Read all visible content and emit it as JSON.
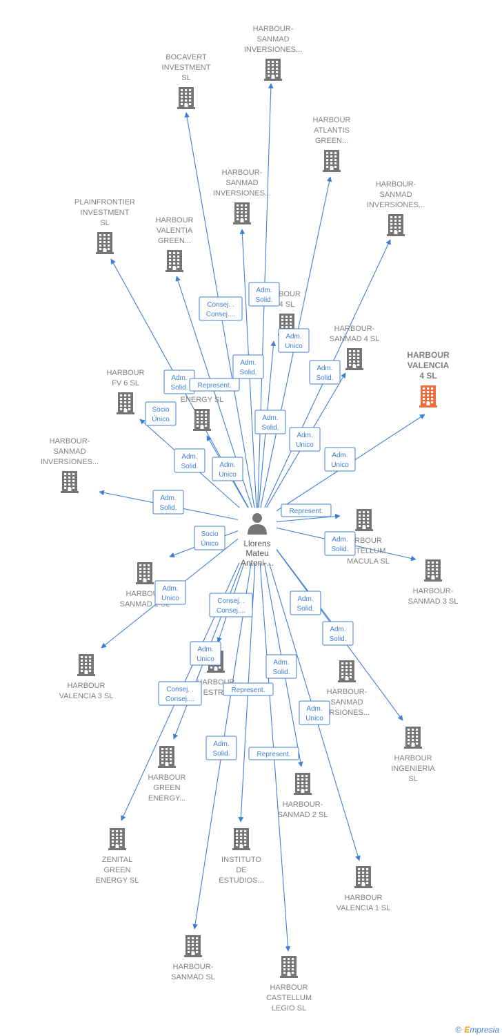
{
  "center": {
    "name_lines": [
      "Llorens",
      "Mateu",
      "Antoni-..."
    ]
  },
  "companies": [
    {
      "id": "harbour-sanmad-top",
      "lines": [
        "HARBOUR-",
        "SANMAD",
        "INVERSIONES..."
      ],
      "highlight": false
    },
    {
      "id": "bocavert",
      "lines": [
        "BOCAVERT",
        "INVESTMENT",
        "SL"
      ],
      "highlight": false
    },
    {
      "id": "harbour-atlantis",
      "lines": [
        "HARBOUR",
        "ATLANTIS",
        "GREEN..."
      ],
      "highlight": false
    },
    {
      "id": "harbour-sanmad-mid",
      "lines": [
        "HARBOUR-",
        "SANMAD",
        "INVERSIONES..."
      ],
      "highlight": false
    },
    {
      "id": "harbour-sanmad-right",
      "lines": [
        "HARBOUR-",
        "SANMAD",
        "INVERSIONES..."
      ],
      "highlight": false
    },
    {
      "id": "plainfrontier",
      "lines": [
        "PLAINFRONTIER",
        "INVESTMENT",
        "SL"
      ],
      "highlight": false
    },
    {
      "id": "harbour-valentia",
      "lines": [
        "HARBOUR",
        "VALENTIA",
        "GREEN..."
      ],
      "highlight": false
    },
    {
      "id": "harbour-4-sl",
      "lines": [
        "RBOUR",
        "4  SL"
      ],
      "highlight": false
    },
    {
      "id": "harbour-sanmad-4",
      "lines": [
        "HARBOUR-",
        "SANMAD 4  SL"
      ],
      "highlight": false
    },
    {
      "id": "harbour-valencia-4",
      "lines": [
        "HARBOUR",
        "VALENCIA",
        "4  SL"
      ],
      "highlight": true
    },
    {
      "id": "harbour-fv6",
      "lines": [
        "HARBOUR",
        "FV 6  SL"
      ],
      "highlight": false
    },
    {
      "id": "energy-sl",
      "lines": [
        "ENERGY  SL"
      ],
      "highlight": false
    },
    {
      "id": "harbour-sanmad-left",
      "lines": [
        "HARBOUR-",
        "SANMAD",
        "INVERSIONES..."
      ],
      "highlight": false
    },
    {
      "id": "harbour-castellum-macula",
      "lines": [
        "RBOUR",
        "STELLUM",
        "MACULA  SL"
      ],
      "highlight": false
    },
    {
      "id": "harbour-sanmad-3",
      "lines": [
        "HARBOUR-",
        "SANMAD 3  SL"
      ],
      "highlight": false
    },
    {
      "id": "harbour-sanmad-1",
      "lines": [
        "HARBOUR",
        "SANMAD 1  SL"
      ],
      "highlight": false
    },
    {
      "id": "harbour-valencia-3",
      "lines": [
        "HARBOUR",
        "VALENCIA 3  SL"
      ],
      "highlight": false
    },
    {
      "id": "harbour-estra",
      "lines": [
        "HARBOUR",
        "ESTRA"
      ],
      "highlight": false
    },
    {
      "id": "harbour-sanmad-inv-low",
      "lines": [
        "HARBOUR-",
        "SANMAD",
        "ERSIONES..."
      ],
      "highlight": false
    },
    {
      "id": "harbour-ingenieria",
      "lines": [
        "HARBOUR",
        "INGENIERIA",
        "SL"
      ],
      "highlight": false
    },
    {
      "id": "harbour-green-energy",
      "lines": [
        "HARBOUR",
        "GREEN",
        "ENERGY..."
      ],
      "highlight": false
    },
    {
      "id": "harbour-sanmad-2",
      "lines": [
        "HARBOUR-",
        "SANMAD 2  SL"
      ],
      "highlight": false
    },
    {
      "id": "zenital",
      "lines": [
        "ZENITAL",
        "GREEN",
        "ENERGY  SL"
      ],
      "highlight": false
    },
    {
      "id": "instituto",
      "lines": [
        "INSTITUTO",
        "DE",
        "ESTUDIOS..."
      ],
      "highlight": false
    },
    {
      "id": "harbour-valencia-1",
      "lines": [
        "HARBOUR",
        "VALENCIA 1  SL"
      ],
      "highlight": false
    },
    {
      "id": "harbour-sanmad-sl",
      "lines": [
        "HARBOUR-",
        "SANMAD  SL"
      ],
      "highlight": false
    },
    {
      "id": "harbour-castellum-legio",
      "lines": [
        "HARBOUR",
        "CASTELLUM",
        "LEGIO  SL"
      ],
      "highlight": false
    }
  ],
  "roles": [
    {
      "id": "r-adm-solid-1",
      "lines": [
        "Adm.",
        "Solid."
      ]
    },
    {
      "id": "r-consej",
      "lines": [
        "Consej. .",
        "Consej...."
      ]
    },
    {
      "id": "r-adm-unico-1",
      "lines": [
        "Adm.",
        "Unico"
      ]
    },
    {
      "id": "r-adm-solid-2",
      "lines": [
        "Adm.",
        "Solid."
      ]
    },
    {
      "id": "r-adm-solid-3",
      "lines": [
        "Adm.",
        "Solid."
      ]
    },
    {
      "id": "r-adm-solid-4",
      "lines": [
        "Adm.",
        "Solid."
      ]
    },
    {
      "id": "r-represent-1",
      "lines": [
        "Represent."
      ]
    },
    {
      "id": "r-socio-1",
      "lines": [
        "Socio",
        "Único"
      ]
    },
    {
      "id": "r-adm-solid-5",
      "lines": [
        "Adm.",
        "Solid."
      ]
    },
    {
      "id": "r-adm-unico-2",
      "lines": [
        "Adm.",
        "Unico"
      ]
    },
    {
      "id": "r-adm-unico-3",
      "lines": [
        "Adm.",
        "Unico"
      ]
    },
    {
      "id": "r-adm-solid-6",
      "lines": [
        "Adm.",
        "Solid."
      ]
    },
    {
      "id": "r-adm-unico-4",
      "lines": [
        "Adm.",
        "Unico"
      ]
    },
    {
      "id": "r-adm-solid-7",
      "lines": [
        "Adm.",
        "Solid."
      ]
    },
    {
      "id": "r-represent-2",
      "lines": [
        "Represent."
      ]
    },
    {
      "id": "r-socio-2",
      "lines": [
        "Socio",
        "Único"
      ]
    },
    {
      "id": "r-adm-solid-8",
      "lines": [
        "Adm.",
        "Solid."
      ]
    },
    {
      "id": "r-adm-unico-5",
      "lines": [
        "Adm.",
        "Unico"
      ]
    },
    {
      "id": "r-consej-2",
      "lines": [
        "Consej. .",
        "Consej...."
      ]
    },
    {
      "id": "r-adm-solid-9",
      "lines": [
        "Adm.",
        "Solid."
      ]
    },
    {
      "id": "r-adm-solid-10",
      "lines": [
        "Adm.",
        "Solid."
      ]
    },
    {
      "id": "r-adm-unico-6",
      "lines": [
        "Adm.",
        "Unico"
      ]
    },
    {
      "id": "r-adm-solid-11",
      "lines": [
        "Adm.",
        "Solid."
      ]
    },
    {
      "id": "r-consej-3",
      "lines": [
        "Consej. .",
        "Consej...."
      ]
    },
    {
      "id": "r-represent-3",
      "lines": [
        "Represent."
      ]
    },
    {
      "id": "r-adm-unico-7",
      "lines": [
        "Adm.",
        "Unico"
      ]
    },
    {
      "id": "r-adm-solid-12",
      "lines": [
        "Adm.",
        "Solid."
      ]
    },
    {
      "id": "r-represent-4",
      "lines": [
        "Represent."
      ]
    }
  ],
  "colors": {
    "edge": "#3f7fd2",
    "building": "#757575",
    "building_highlight": "#f26b3a",
    "person": "#757575"
  },
  "footer": {
    "copyright_symbol": "©",
    "brand_initial": "E",
    "brand_rest": "mpresia"
  }
}
